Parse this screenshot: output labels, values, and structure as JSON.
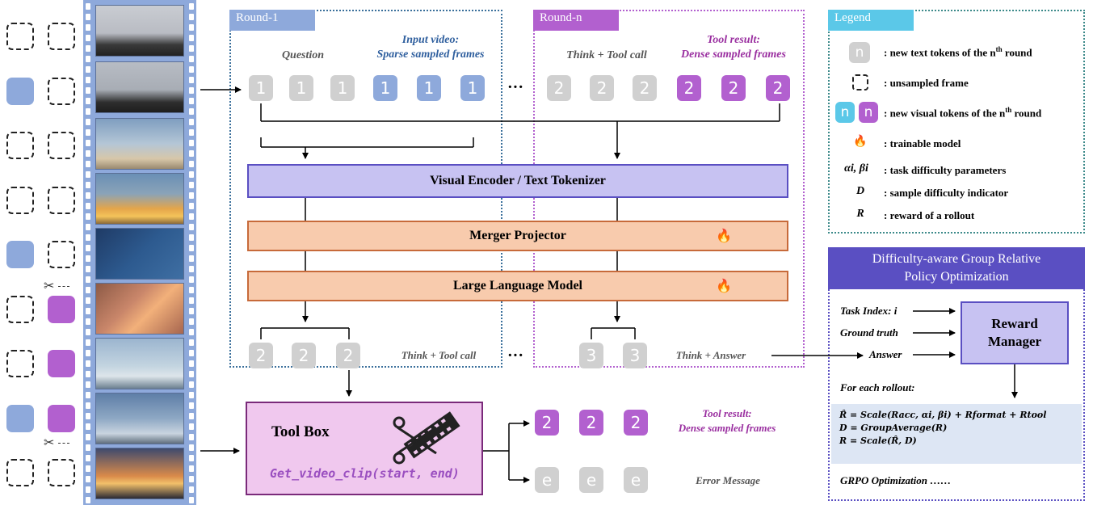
{
  "round1": {
    "tab": "Round-1",
    "question_label": "Question",
    "input_label_1": "Input video:",
    "input_label_2": "Sparse sampled frames",
    "tokens": [
      "1",
      "1",
      "1",
      "1",
      "1",
      "1"
    ],
    "output_tokens": [
      "2",
      "2",
      "2"
    ],
    "output_label": "Think + Tool call"
  },
  "roundn": {
    "tab": "Round-n",
    "think_label": "Think + Tool call",
    "tool_label_1": "Tool result:",
    "tool_label_2": "Dense sampled frames",
    "tokens": [
      "2",
      "2",
      "2",
      "2",
      "2",
      "2"
    ],
    "output_tokens": [
      "3",
      "3"
    ],
    "output_label": "Think + Answer"
  },
  "ellipsis": "···",
  "model": {
    "encoder": "Visual Encoder / Text Tokenizer",
    "projector": "Merger Projector",
    "llm": "Large Language Model",
    "fire": "🔥"
  },
  "toolbox": {
    "title": "Tool Box",
    "function": "Get_video_clip(start, end)",
    "result_label_1": "Tool result:",
    "result_label_2": "Dense sampled frames",
    "result_tokens": [
      "2",
      "2",
      "2"
    ],
    "error_tokens": [
      "e",
      "e",
      "e"
    ],
    "error_label": "Error Message"
  },
  "legend": {
    "title": "Legend",
    "items": [
      {
        "symbol": "n",
        "text": ": new text tokens of the n",
        "sup": "th",
        "after": " round"
      },
      {
        "symbol": "",
        "text": ": unsampled frame"
      },
      {
        "symbol": "n",
        "text": ": new visual tokens of the n",
        "sup": "th",
        "after": " round"
      },
      {
        "symbol": "🔥",
        "text": ": trainable model"
      },
      {
        "symbol": "αi, βi",
        "text": ": task difficulty parameters"
      },
      {
        "symbol": "D",
        "text": ": sample difficulty indicator"
      },
      {
        "symbol": "R",
        "text": ": reward of a rollout"
      }
    ]
  },
  "grpo": {
    "title_1": "Difficulty-aware Group Relative",
    "title_2": "Policy Optimization",
    "inputs": [
      "Task Index: i",
      "Ground truth",
      "Answer"
    ],
    "reward_1": "Reward",
    "reward_2": "Manager",
    "rollout_label": "For each rollout:",
    "formula_1": "R̂ = Scale(Racc, αi, βi) + Rformat + Rtool",
    "formula_2": "D = GroupAverage(R)",
    "formula_3": "R = Scale(R̂, D)",
    "footer": "GRPO Optimization ……"
  },
  "scissor": "✂",
  "colors": {
    "blue": "#8EA9DB",
    "purple": "#B260CF",
    "gray": "#D0D0D0",
    "encoder": "#C7C2F2",
    "orange": "#F8CBAD",
    "toolbox": "#F0C8EE",
    "grpo": "#5A4FC2"
  }
}
